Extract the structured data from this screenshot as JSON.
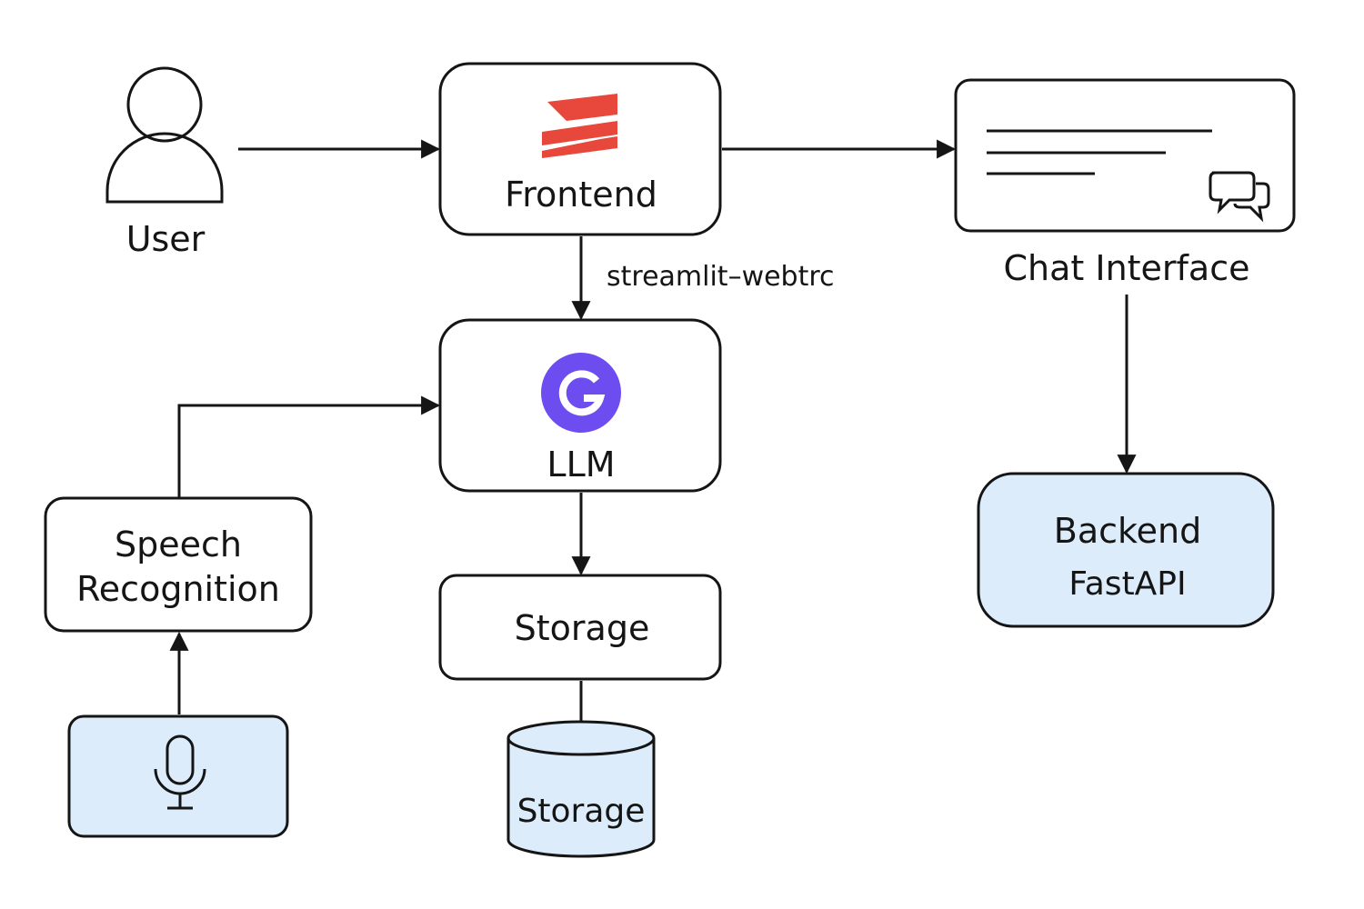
{
  "nodes": {
    "user": {
      "label": "User"
    },
    "frontend": {
      "label": "Frontend"
    },
    "chat": {
      "label": "Chat Interface"
    },
    "llm": {
      "label": "LLM"
    },
    "speech": {
      "line1": "Speech",
      "line2": "Recognition"
    },
    "storage_box": {
      "label": "Storage"
    },
    "storage_db": {
      "label": "Storage"
    },
    "backend": {
      "line1": "Backend",
      "line2": "FastAPI"
    }
  },
  "edges": {
    "frontend_llm_label": "streamlit–webtrc"
  },
  "icons": {
    "streamlit_logo": "streamlit-logo-icon",
    "llm_logo": "g-logo-icon",
    "user": "user-icon",
    "chat_bubbles": "chat-bubbles-icon",
    "microphone": "microphone-icon"
  },
  "colors": {
    "stroke": "#151515",
    "streamlit_red": "#e8473b",
    "llm_purple": "#6d4cf0",
    "light_blue_fill": "#dcecfa"
  }
}
